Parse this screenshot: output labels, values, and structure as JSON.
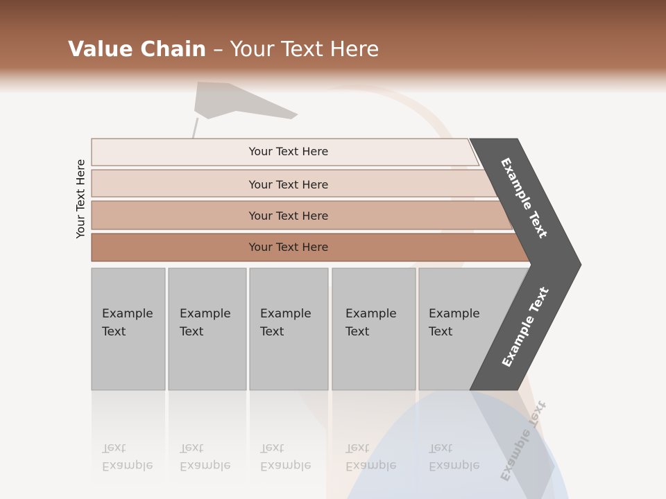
{
  "slide": {
    "title_bold": "Value Chain",
    "title_rest": " – Your Text Here",
    "side_label": "Your Text Here"
  },
  "bands": [
    {
      "label": "Your Text Here",
      "color": "#f3e9e4"
    },
    {
      "label": "Your Text Here",
      "color": "#e8d3c8"
    },
    {
      "label": "Your Text Here",
      "color": "#d4b09f"
    },
    {
      "label": "Your Text Here",
      "color": "#bd8a72"
    }
  ],
  "cells": [
    {
      "line1": "Example",
      "line2": "Text"
    },
    {
      "line1": "Example",
      "line2": "Text"
    },
    {
      "line1": "Example",
      "line2": "Text"
    },
    {
      "line1": "Example",
      "line2": "Text"
    },
    {
      "line1": "Example",
      "line2": "Text"
    }
  ],
  "chevron": {
    "upper_text": "Example Text",
    "lower_text": "Example Text",
    "color": "#5f5f5f"
  },
  "colors": {
    "cell_fill": "#c2c2c2",
    "header": "#9a644b"
  }
}
